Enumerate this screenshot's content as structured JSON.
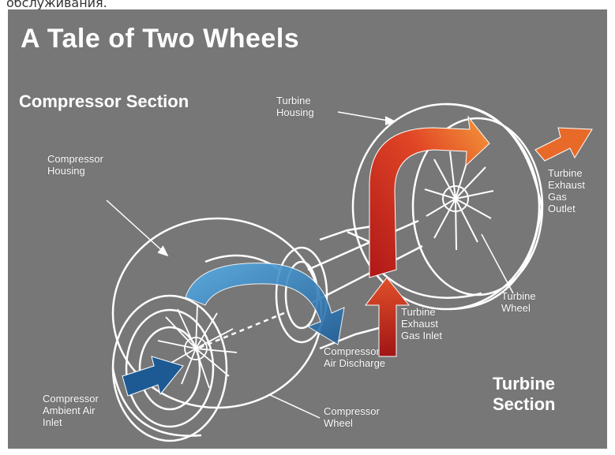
{
  "caption": "обслуживания.",
  "title": "A Tale of Two Wheels",
  "sections": {
    "compressor": "Compressor\nSection",
    "turbine": "Turbine\nSection"
  },
  "labels": {
    "compressor_housing": "Compressor\nHousing",
    "turbine_housing": "Turbine\nHousing",
    "turbine_exhaust_outlet": "Turbine\nExhaust\nGas\nOutlet",
    "turbine_wheel": "Turbine\nWheel",
    "turbine_exhaust_inlet": "Turbine\nExhaust\nGas Inlet",
    "compressor_air_discharge": "Compressor\nAir Discharge",
    "compressor_ambient_inlet": "Compressor\nAmbient Air\nInlet",
    "compressor_wheel": "Compressor\nWheel"
  },
  "colors": {
    "background": "#777777",
    "hot_flow": "#e0402a",
    "cold_flow": "#3a8fd0"
  }
}
